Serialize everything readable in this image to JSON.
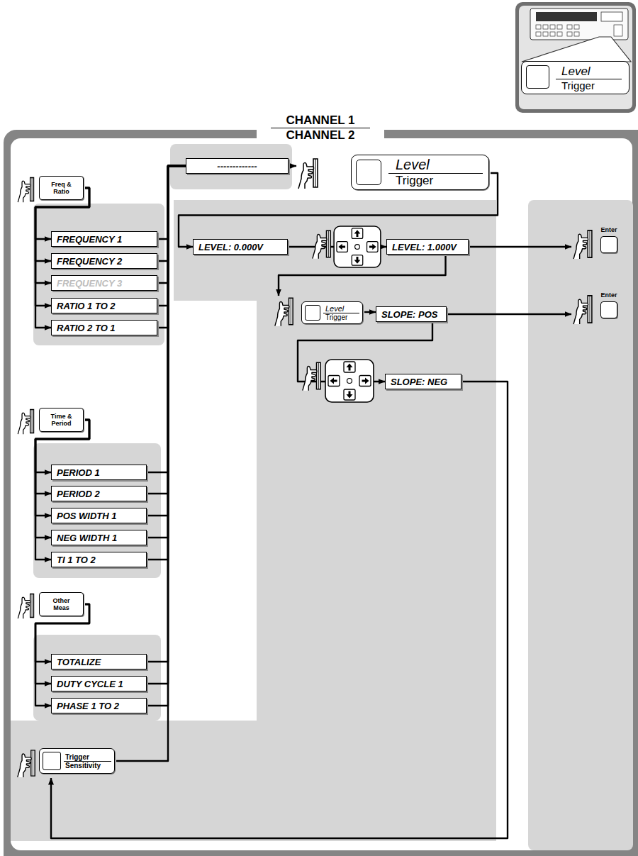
{
  "diagram": {
    "nodes": [
      {
        "text": [
          "Level",
          "Trigger"
        ]
      },
      {
        "text": [
          "CHANNEL 1",
          "CHANNEL 2"
        ]
      },
      {
        "text": [
          "Freq & Ratio"
        ],
        "in": 1
      },
      {
        "text": [
          "FREQUENCY 1"
        ],
        "in": 1
      },
      {
        "text": [
          "FREQUENCY 2"
        ],
        "in": 1
      },
      {
        "text": [
          "FREQUENCY 3"
        ],
        "in": 1
      },
      {
        "text": [
          "RATIO 1 TO 2"
        ],
        "in": 1
      },
      {
        "text": [
          "RATIO 2 TO 1"
        ],
        "in": 1
      },
      {
        "text": [
          "Time & Period"
        ],
        "in": 1
      },
      {
        "text": [
          "PERIOD 1"
        ],
        "in": 1
      },
      {
        "text": [
          "PERIOD 2"
        ],
        "in": 1
      },
      {
        "text": [
          "POS WIDTH 1"
        ],
        "in": 1
      },
      {
        "text": [
          "NEG WIDTH 1"
        ],
        "in": 1
      },
      {
        "text": [
          "TI 1 TO 2"
        ],
        "in": 1
      },
      {
        "text": [
          "Other Meas"
        ],
        "in": 1
      },
      {
        "text": [
          "TOTALIZE"
        ],
        "in": 1
      },
      {
        "text": [
          "DUTY CYCLE 1"
        ],
        "in": 1
      },
      {
        "text": [
          "PHASE 1 TO 2"
        ],
        "in": 1
      },
      {
        "text": [
          "Trigger",
          "Sensitivity"
        ],
        "in": 1
      },
      {
        "text": [
          "-------------"
        ],
        "in": 1
      },
      {
        "text": [
          "Level",
          "Trigger"
        ],
        "in": 1
      },
      {
        "text": [
          "LEVEL: 0.000V"
        ],
        "in": 1
      },
      {
        "text": [
          "LEVEL: 1.000V"
        ],
        "in": 1
      },
      {
        "text": [
          "Enter"
        ],
        "in": 1
      },
      {
        "text": [
          "Level",
          "Trigger"
        ],
        "in": 1
      },
      {
        "text": [
          "SLOPE: POS"
        ],
        "in": 1
      },
      {
        "text": [
          "Enter"
        ],
        "in": 1
      },
      {
        "text": [
          "SLOPE: NEG"
        ],
        "in": 1
      }
    ],
    "edges": [
      {
        "from": 2,
        "to": 3,
        "arrow": "to"
      },
      {
        "from": 2,
        "to": 4,
        "arrow": "to"
      },
      {
        "from": 2,
        "to": 5,
        "arrow": "to"
      },
      {
        "from": 2,
        "to": 6,
        "arrow": "to"
      },
      {
        "from": 2,
        "to": 7,
        "arrow": "to"
      },
      {
        "from": 8,
        "to": 9,
        "arrow": "to"
      },
      {
        "from": 8,
        "to": 10,
        "arrow": "to"
      },
      {
        "from": 8,
        "to": 11,
        "arrow": "to"
      },
      {
        "from": 8,
        "to": 12,
        "arrow": "to"
      },
      {
        "from": 8,
        "to": 13,
        "arrow": "to"
      },
      {
        "from": 14,
        "to": 15,
        "arrow": "to"
      },
      {
        "from": 14,
        "to": 16,
        "arrow": "to"
      },
      {
        "from": 14,
        "to": 17,
        "arrow": "to"
      },
      {
        "from": 3,
        "to": 19,
        "arrow": "none"
      },
      {
        "from": 4,
        "to": 19,
        "arrow": "none"
      },
      {
        "from": 5,
        "to": 19,
        "arrow": "none"
      },
      {
        "from": 6,
        "to": 19,
        "arrow": "none"
      },
      {
        "from": 7,
        "to": 19,
        "arrow": "none"
      },
      {
        "from": 9,
        "to": 19,
        "arrow": "none"
      },
      {
        "from": 10,
        "to": 19,
        "arrow": "none"
      },
      {
        "from": 11,
        "to": 19,
        "arrow": "none"
      },
      {
        "from": 12,
        "to": 19,
        "arrow": "none"
      },
      {
        "from": 13,
        "to": 19,
        "arrow": "none"
      },
      {
        "from": 15,
        "to": 19,
        "arrow": "none"
      },
      {
        "from": 16,
        "to": 19,
        "arrow": "none"
      },
      {
        "from": 17,
        "to": 19,
        "arrow": "none"
      },
      {
        "from": 18,
        "to": 19,
        "arrow": "none"
      },
      {
        "from": 19,
        "to": 20,
        "arrow": "to"
      },
      {
        "from": 20,
        "to": 21,
        "arrow": "to"
      },
      {
        "from": 21,
        "to": 22,
        "arrow": "to"
      },
      {
        "from": 22,
        "to": 23,
        "arrow": "to"
      },
      {
        "from": 22,
        "to": 24,
        "arrow": "to"
      },
      {
        "from": 24,
        "to": 25,
        "arrow": "to"
      },
      {
        "from": 25,
        "to": 26,
        "arrow": "to"
      },
      {
        "from": 25,
        "to": 27,
        "arrow": "to"
      },
      {
        "from": 27,
        "to": 18,
        "arrow": "to"
      }
    ]
  }
}
